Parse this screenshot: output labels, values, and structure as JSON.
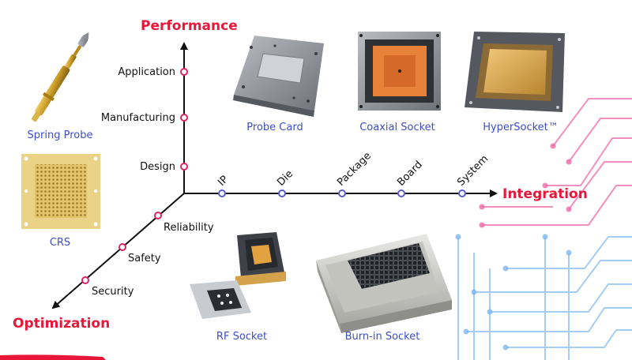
{
  "axes": {
    "vertical": {
      "title": "Performance",
      "labels": [
        "Application",
        "Manufacturing",
        "Design"
      ]
    },
    "horizontal": {
      "title": "Integration",
      "labels": [
        "IP",
        "Die",
        "Package",
        "Board",
        "System"
      ]
    },
    "diagonal": {
      "title": "Optimization",
      "labels": [
        "Reliability",
        "Safety",
        "Security"
      ]
    }
  },
  "products": {
    "spring_probe": "Spring Probe",
    "crs": "CRS",
    "probe_card": "Probe Card",
    "coaxial_socket": "Coaxial Socket",
    "hypersocket": "HyperSocket™",
    "rf_socket": "RF Socket",
    "burnin_socket": "Burn-in Socket"
  },
  "colors": {
    "accent_red": "#e8173a",
    "label_blue": "#3d4ec8",
    "vertical_marker": "#e0245e",
    "horizontal_marker": "#5a5cc9",
    "circuit_pink": "#f06aa9",
    "circuit_blue": "#7fb8f0"
  }
}
